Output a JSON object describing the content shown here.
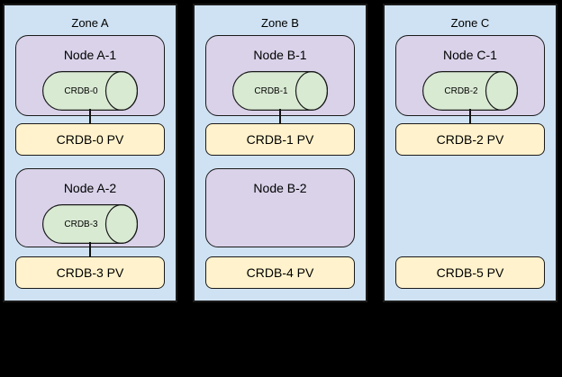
{
  "colors": {
    "zone_fill": "#cfe2f3",
    "node_fill": "#d9d2e9",
    "pod_fill": "#d9ead3",
    "pv_fill": "#fff2cc",
    "border": "#1a1a1a",
    "background": "#000000"
  },
  "zones": [
    {
      "label": "Zone A",
      "nodes": [
        {
          "label": "Node A-1",
          "pod": "CRDB-0"
        },
        {
          "label": "Node A-2",
          "pod": "CRDB-3"
        }
      ],
      "pvs": [
        {
          "label": "CRDB-0 PV",
          "connected": true
        },
        {
          "label": "CRDB-3 PV",
          "connected": true
        }
      ]
    },
    {
      "label": "Zone B",
      "nodes": [
        {
          "label": "Node B-1",
          "pod": "CRDB-1"
        },
        {
          "label": "Node B-2",
          "pod": null
        }
      ],
      "pvs": [
        {
          "label": "CRDB-1 PV",
          "connected": true
        },
        {
          "label": "CRDB-4 PV",
          "connected": false
        }
      ]
    },
    {
      "label": "Zone C",
      "nodes": [
        {
          "label": "Node C-1",
          "pod": "CRDB-2"
        }
      ],
      "pvs": [
        {
          "label": "CRDB-2 PV",
          "connected": true
        },
        {
          "label": "CRDB-5 PV",
          "connected": false
        }
      ]
    }
  ]
}
